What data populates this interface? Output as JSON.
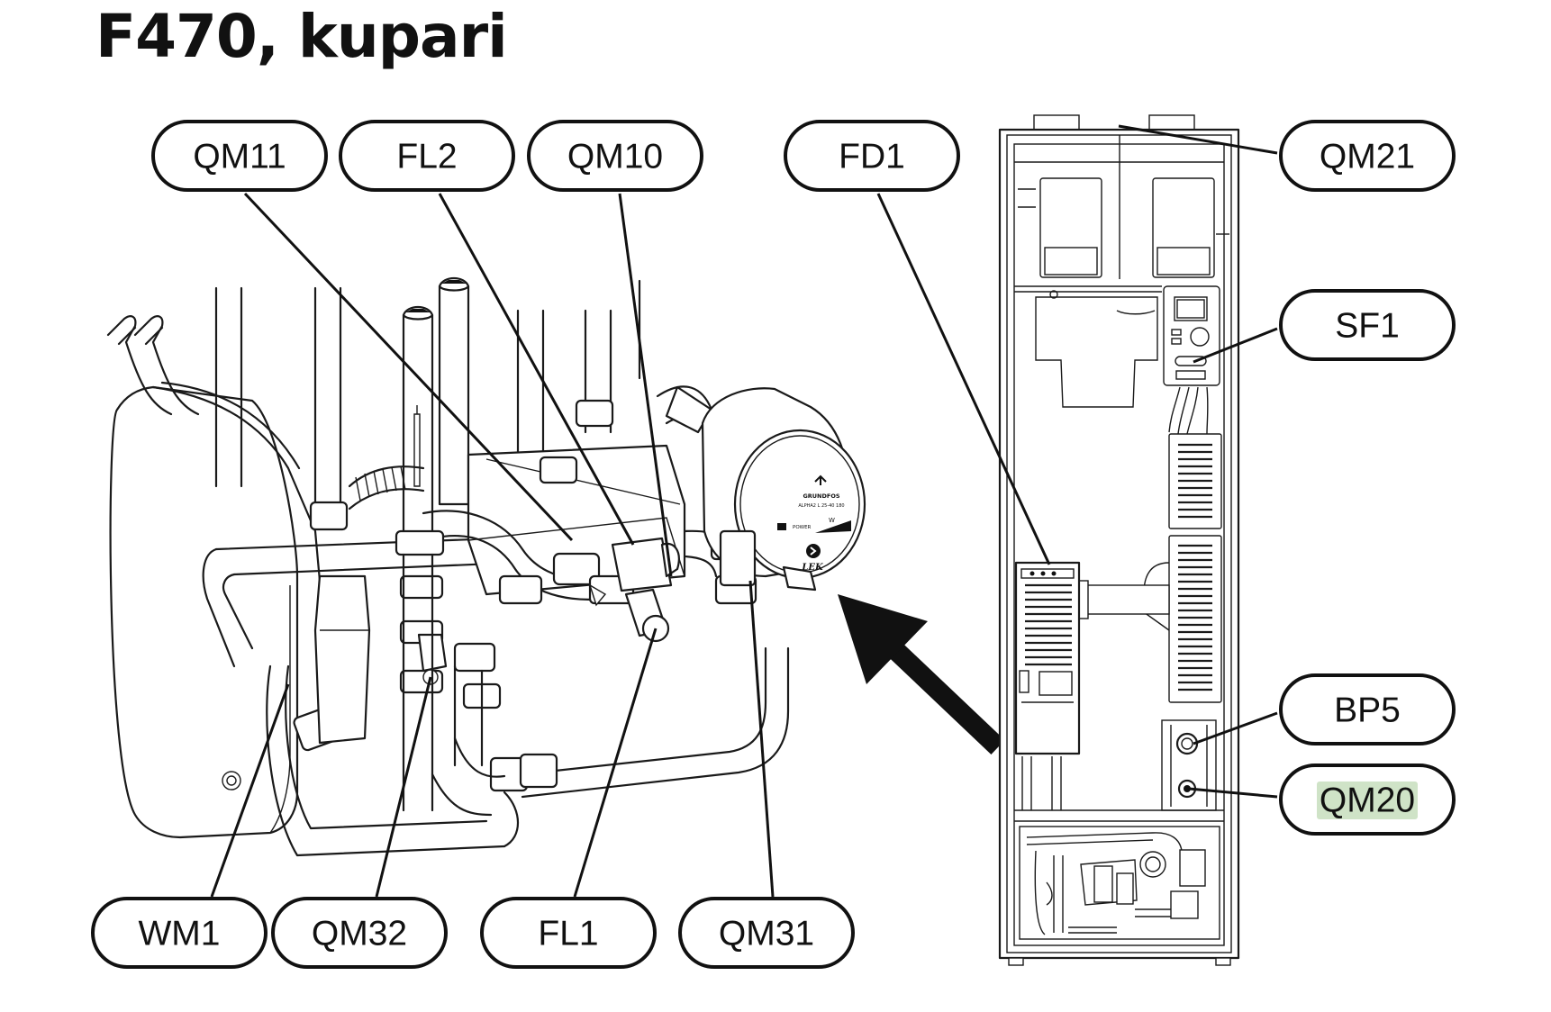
{
  "title": "F470, kupari",
  "callouts": {
    "qm11": "QM11",
    "fl2": "FL2",
    "qm10": "QM10",
    "fd1": "FD1",
    "qm21": "QM21",
    "sf1": "SF1",
    "bp5": "BP5",
    "qm20": "QM20",
    "wm1": "WM1",
    "qm32": "QM32",
    "fl1": "FL1",
    "qm31": "QM31"
  },
  "pump": {
    "brand": "GRUNDFOS",
    "model": "ALPHA2 L 25-40 180",
    "power_label": "POWER",
    "power_unit": "W",
    "mark": "LEK"
  },
  "highlight_color": "#cfe3c7"
}
